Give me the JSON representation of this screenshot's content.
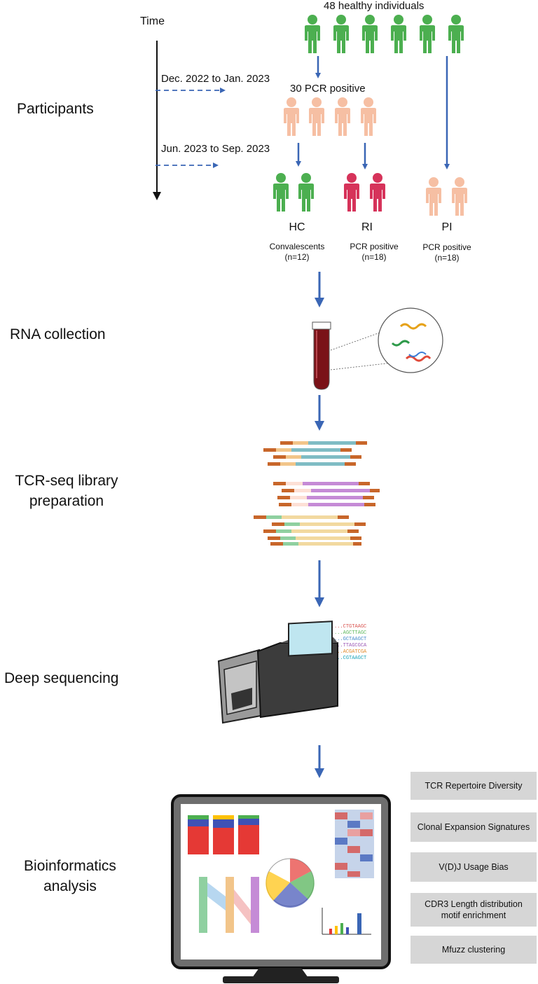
{
  "timeline": {
    "time_label": "Time",
    "period1": "Dec. 2022 to Jan. 2023",
    "period2": "Jun. 2023 to Sep. 2023"
  },
  "participants": {
    "healthy_label": "48 healthy individuals",
    "pcr_label": "30 PCR positive",
    "groups": [
      {
        "code": "HC",
        "desc": "Convalescents",
        "n": "(n=12)"
      },
      {
        "code": "RI",
        "desc": "PCR positive",
        "n": "(n=18)"
      },
      {
        "code": "PI",
        "desc": "PCR positive",
        "n": "(n=18)"
      }
    ]
  },
  "stages": {
    "participants": "Participants",
    "rna": "RNA collection",
    "tcr_line1": "TCR-seq library",
    "tcr_line2": "preparation",
    "deep": "Deep sequencing",
    "bio_line1": "Bioinformatics",
    "bio_line2": "analysis"
  },
  "analyses": [
    "TCR Repertoire Diversity",
    "Clonal Expansion Signatures",
    "V(D)J Usage Bias",
    "CDR3 Length distribution motif enrichment",
    "Mfuzz clustering"
  ],
  "colors": {
    "healthy": "#4caf50",
    "pcr": "#f6bfa3",
    "ri": "#d6335a",
    "arrow": "#3a66b5",
    "box": "#d6d6d6"
  }
}
